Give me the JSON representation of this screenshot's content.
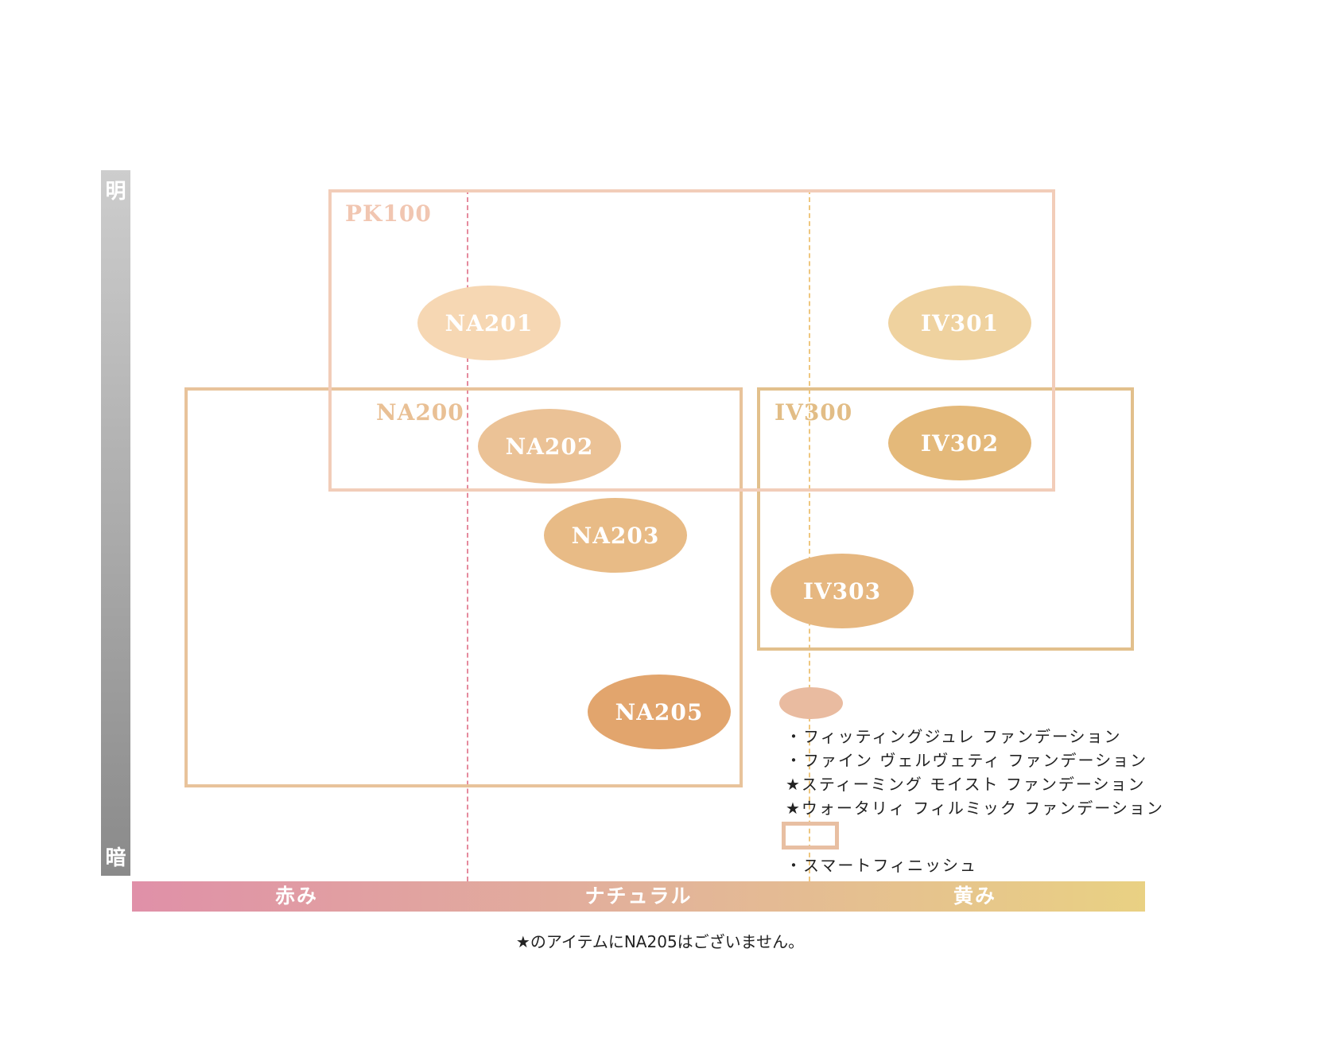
{
  "axes": {
    "vertical": {
      "top_label": "明",
      "bottom_label": "暗"
    },
    "horizontal": {
      "left_label": "赤み",
      "center_label": "ナチュラル",
      "right_label": "黄み"
    }
  },
  "colors": {
    "pk_box": "#f2cdb9",
    "na_box": "#e8c39b",
    "iv_box": "#e2c08c",
    "red_line": "#e58a9d",
    "yellow_line": "#efc77f",
    "hbar_left": "#e090a8",
    "hbar_mid": "#e2b29a",
    "hbar_right": "#e9d183",
    "legend_oval": "#e9bba0"
  },
  "groups": [
    {
      "id": "pk100",
      "label": "PK100",
      "label_color": "#f1c6b1",
      "border_color": "#f2cdb9"
    },
    {
      "id": "na200",
      "label": "NA200",
      "label_color": "#e9c095",
      "border_color": "#e8c39b"
    },
    {
      "id": "iv300",
      "label": "IV300",
      "label_color": "#e2bd86",
      "border_color": "#e2c08c"
    }
  ],
  "shades": [
    {
      "id": "na201",
      "label": "NA201",
      "color": "#f6d7b3"
    },
    {
      "id": "iv301",
      "label": "IV301",
      "color": "#efd29f"
    },
    {
      "id": "na202",
      "label": "NA202",
      "color": "#ebc296"
    },
    {
      "id": "iv302",
      "label": "IV302",
      "color": "#e4b97a"
    },
    {
      "id": "na203",
      "label": "NA203",
      "color": "#e8bb86"
    },
    {
      "id": "iv303",
      "label": "IV303",
      "color": "#e6b780"
    },
    {
      "id": "na205",
      "label": "NA205",
      "color": "#e2a56d"
    }
  ],
  "legend": {
    "oval_products": [
      "・フィッティングジュレ ファンデーション",
      "・ファイン ヴェルヴェティ ファンデーション",
      "★スティーミング モイスト ファンデーション",
      "★ウォータリィ フィルミック ファンデーション"
    ],
    "box_products": [
      "・スマートフィニッシュ"
    ]
  },
  "footnote": "★のアイテムにNA205はございません。"
}
